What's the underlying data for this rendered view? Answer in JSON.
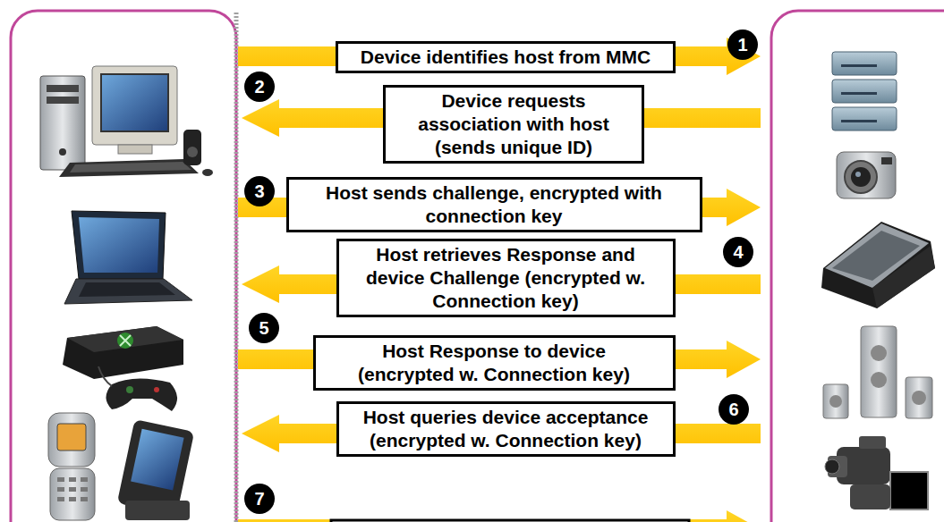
{
  "diagram": {
    "nodes": [
      {
        "text": [
          "Device identifies host from MMC"
        ]
      },
      {
        "text": [
          "Device requests association with host (sends unique ID)"
        ]
      },
      {
        "text": [
          "Host sends challenge, encrypted with connection key"
        ]
      },
      {
        "text": [
          "Host retrieves Response and device Challenge (encrypted w. Connection key)"
        ]
      },
      {
        "text": [
          "Host Response to device (encrypted w. Connection key)"
        ]
      },
      {
        "text": [
          "Host queries device acceptance (encrypted w. Connection key)"
        ]
      }
    ],
    "labels": [
      "1",
      "2",
      "3",
      "4",
      "5",
      "6",
      "7"
    ]
  }
}
